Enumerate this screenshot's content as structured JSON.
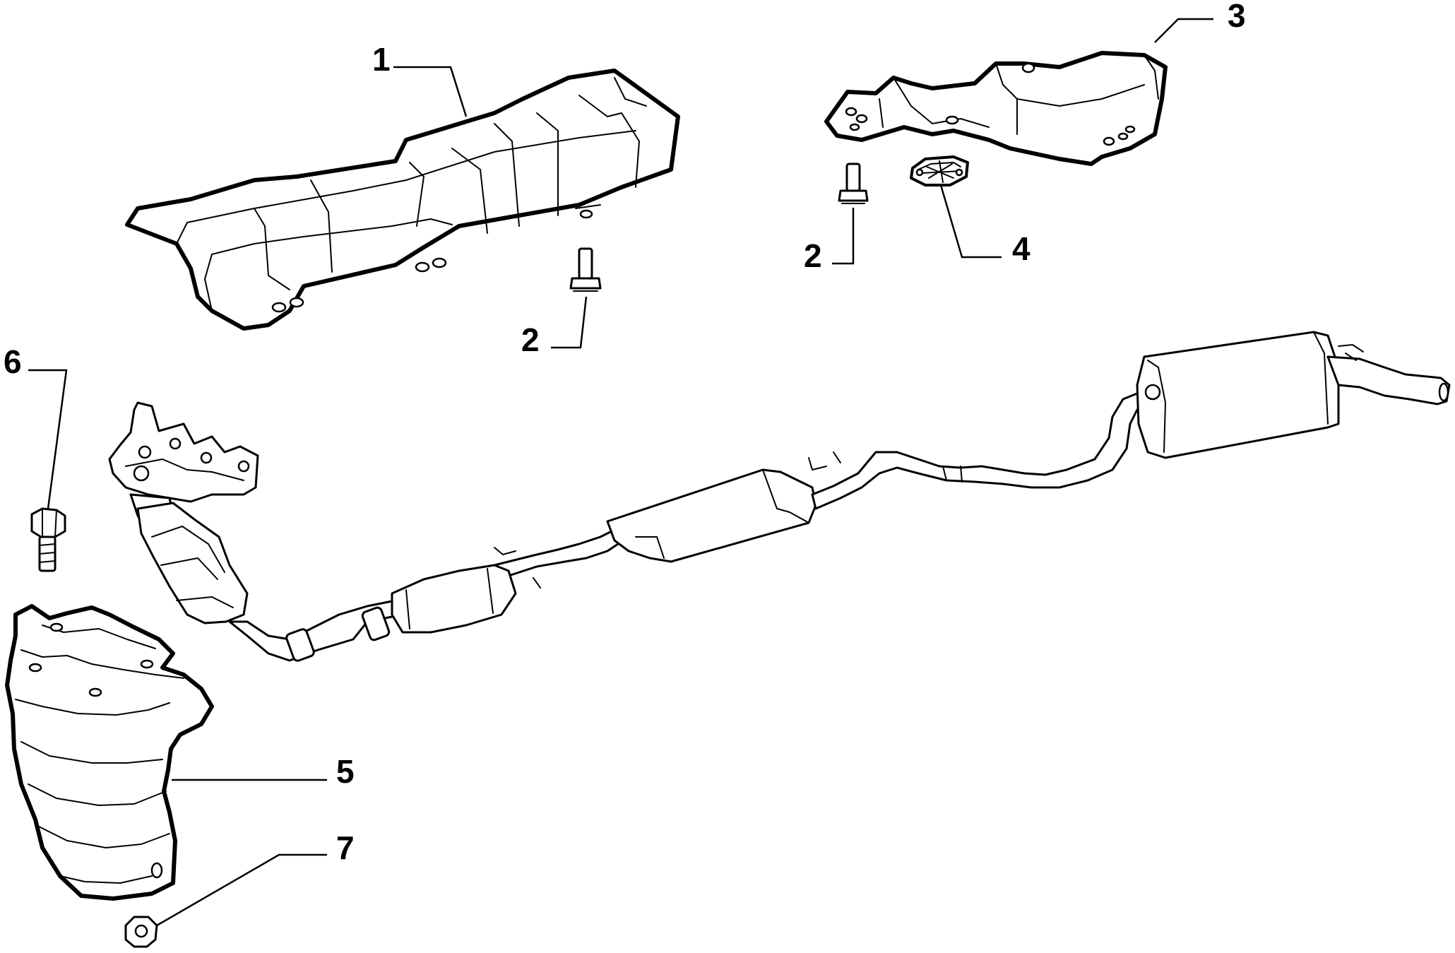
{
  "callouts": [
    {
      "id": "c1",
      "label": "1"
    },
    {
      "id": "c2a",
      "label": "2"
    },
    {
      "id": "c2b",
      "label": "2"
    },
    {
      "id": "c3",
      "label": "3"
    },
    {
      "id": "c4",
      "label": "4"
    },
    {
      "id": "c5",
      "label": "5"
    },
    {
      "id": "c6",
      "label": "6"
    },
    {
      "id": "c7",
      "label": "7"
    }
  ]
}
